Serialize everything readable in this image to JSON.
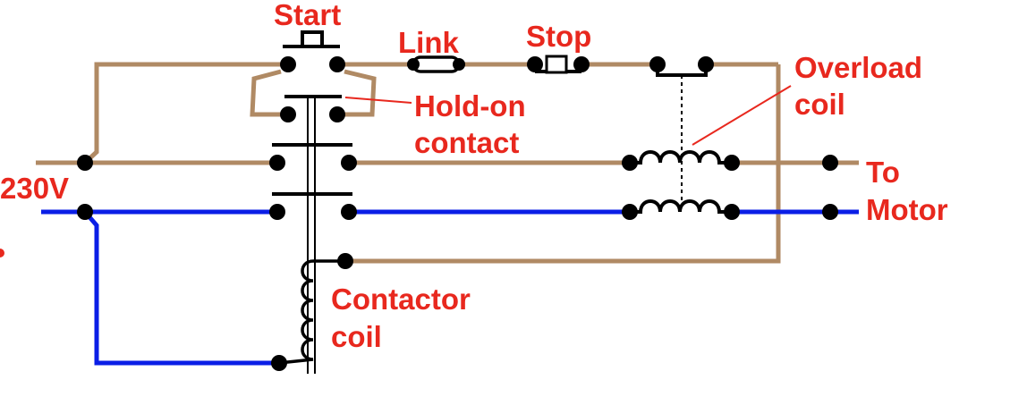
{
  "colors": {
    "wire_live": "#b08a64",
    "wire_neutral": "#0a1ee6",
    "label_text": "#e8281e",
    "component": "#000000",
    "background": "#ffffff"
  },
  "labels": {
    "start": "Start",
    "link": "Link",
    "stop": "Stop",
    "overload_line1": "Overload",
    "overload_line2": "coil",
    "hold_on_line1": "Hold-on",
    "hold_on_line2": "contact",
    "supply_voltage": "230V",
    "to_motor_line1": "To",
    "to_motor_line2": "Motor",
    "contactor_line1": "Contactor",
    "contactor_line2": "coil"
  },
  "components": [
    "start-pushbutton",
    "hold-on-contact",
    "link-fuse",
    "stop-pushbutton",
    "overload-contact",
    "overload-coil-live",
    "overload-coil-neutral",
    "main-contact-live",
    "main-contact-neutral",
    "contactor-coil"
  ]
}
